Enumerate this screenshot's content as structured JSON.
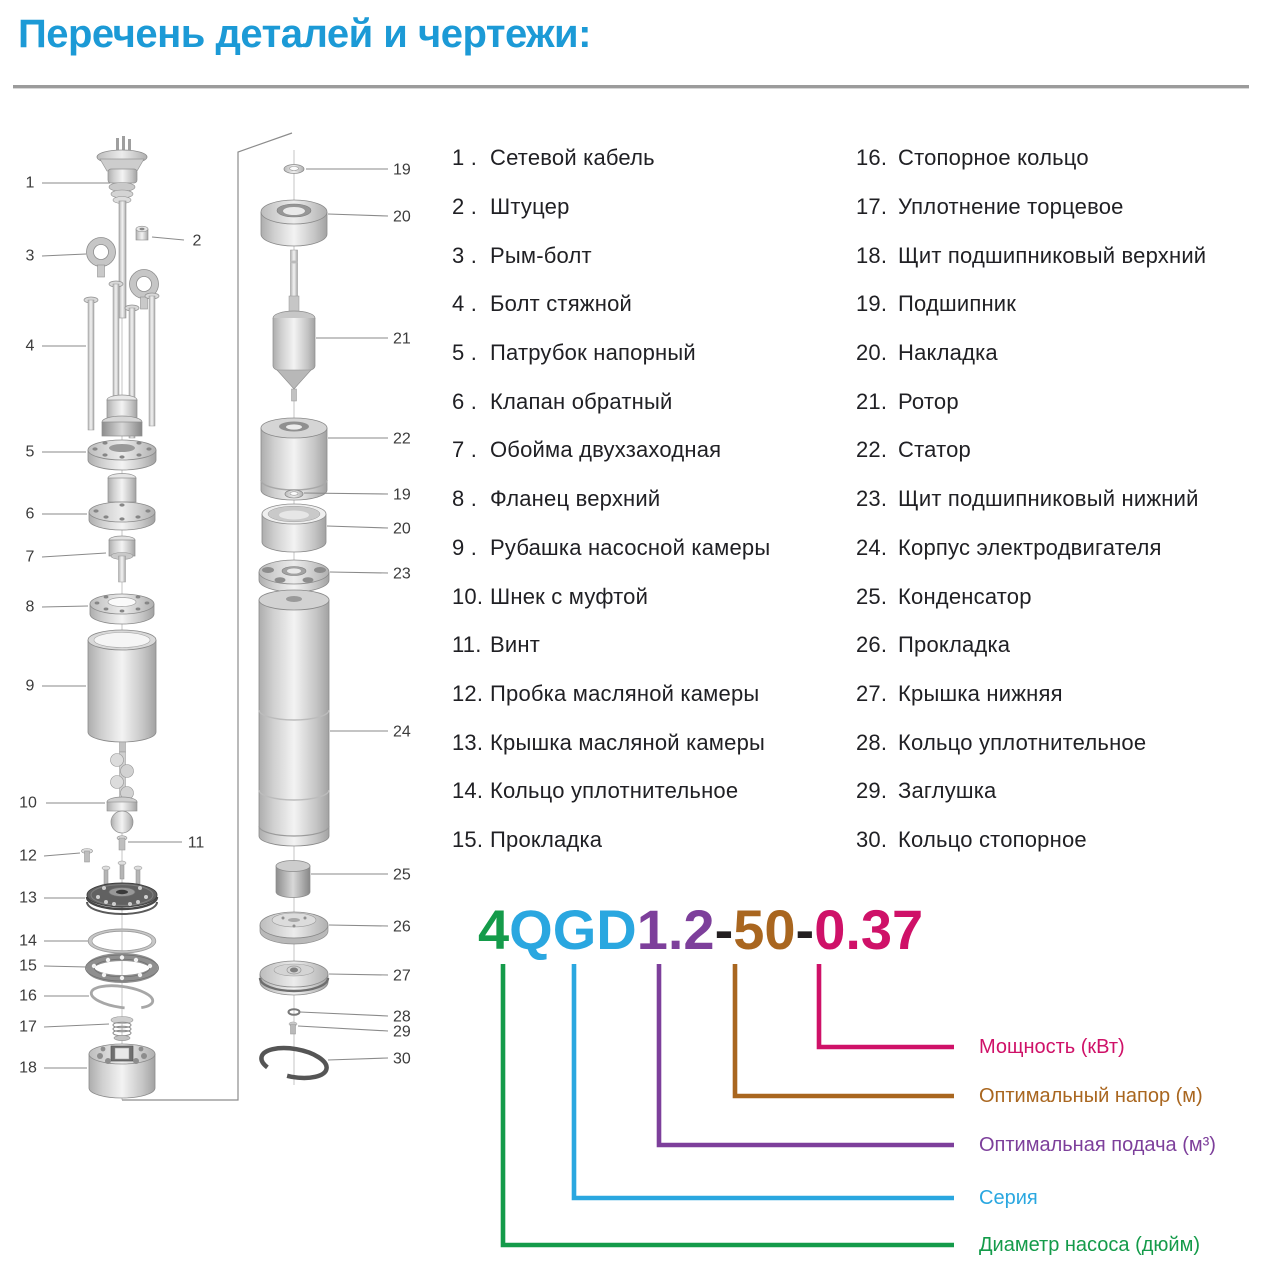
{
  "header": {
    "title": "Перечень деталей и чертежи:",
    "title_color": "#1c9ad6"
  },
  "parts_list": {
    "left": [
      {
        "num": "1 .",
        "name": "Сетевой кабель"
      },
      {
        "num": "2 .",
        "name": "Штуцер"
      },
      {
        "num": "3 .",
        "name": "Рым-болт"
      },
      {
        "num": "4 .",
        "name": "Болт стяжной"
      },
      {
        "num": "5 .",
        "name": "Патрубок напорный"
      },
      {
        "num": "6 .",
        "name": "Клапан обратный"
      },
      {
        "num": "7 .",
        "name": "Обойма двухзаходная"
      },
      {
        "num": "8 .",
        "name": "Фланец верхний"
      },
      {
        "num": "9 .",
        "name": "Рубашка насосной камеры"
      },
      {
        "num": "10.",
        "name": "Шнек с муфтой"
      },
      {
        "num": "11.",
        "name": "Винт"
      },
      {
        "num": "12.",
        "name": "Пробка масляной камеры"
      },
      {
        "num": "13.",
        "name": "Крышка масляной камеры"
      },
      {
        "num": "14.",
        "name": "Кольцо уплотнительное"
      },
      {
        "num": "15.",
        "name": "Прокладка"
      }
    ],
    "right": [
      {
        "num": "16.",
        "name": "Стопорное кольцо"
      },
      {
        "num": "17.",
        "name": "Уплотнение торцевое"
      },
      {
        "num": "18.",
        "name": "Щит подшипниковый верхний"
      },
      {
        "num": "19.",
        "name": "Подшипник"
      },
      {
        "num": "20.",
        "name": "Накладка"
      },
      {
        "num": "21.",
        "name": "Ротор"
      },
      {
        "num": "22.",
        "name": "Статор"
      },
      {
        "num": "23.",
        "name": "Щит подшипниковый нижний"
      },
      {
        "num": "24.",
        "name": "Корпус электродвигателя"
      },
      {
        "num": "25.",
        "name": "Конденсатор"
      },
      {
        "num": "26.",
        "name": "Прокладка"
      },
      {
        "num": "27.",
        "name": "Крышка нижняя"
      },
      {
        "num": "28.",
        "name": "Кольцо уплотнительное"
      },
      {
        "num": "29.",
        "name": "Заглушка"
      },
      {
        "num": "30.",
        "name": "Кольцо стопорное"
      }
    ]
  },
  "diagram": {
    "callouts_left": [
      "1",
      "2",
      "3",
      "4",
      "5",
      "6",
      "7",
      "8",
      "9",
      "10",
      "11",
      "12",
      "13",
      "14",
      "15",
      "16",
      "17",
      "18"
    ],
    "callouts_right": [
      "19",
      "20",
      "21",
      "22",
      "19",
      "20",
      "23",
      "24",
      "25",
      "26",
      "27",
      "28",
      "29",
      "30"
    ]
  },
  "model_decoder": {
    "segments": [
      {
        "text": "4",
        "color": "#149b4a"
      },
      {
        "text": "QGD",
        "color": "#2aa7e0"
      },
      {
        "text": "1.2",
        "color": "#7d3f9b"
      },
      {
        "text": "-",
        "color": "#231f20"
      },
      {
        "text": "50",
        "color": "#a9661f"
      },
      {
        "text": "-",
        "color": "#231f20"
      },
      {
        "text": "0.37",
        "color": "#cf1168"
      }
    ],
    "legend": [
      {
        "label": "Мощность (кВт)",
        "color": "#cf1168"
      },
      {
        "label": "Оптимальный напор (м)",
        "color": "#a9661f"
      },
      {
        "label": "Оптимальная подача (м³)",
        "color": "#7d3f9b"
      },
      {
        "label": "Серия",
        "color": "#2aa7e0"
      },
      {
        "label": "Диаметр насоса (дюйм)",
        "color": "#149b4a"
      }
    ]
  }
}
